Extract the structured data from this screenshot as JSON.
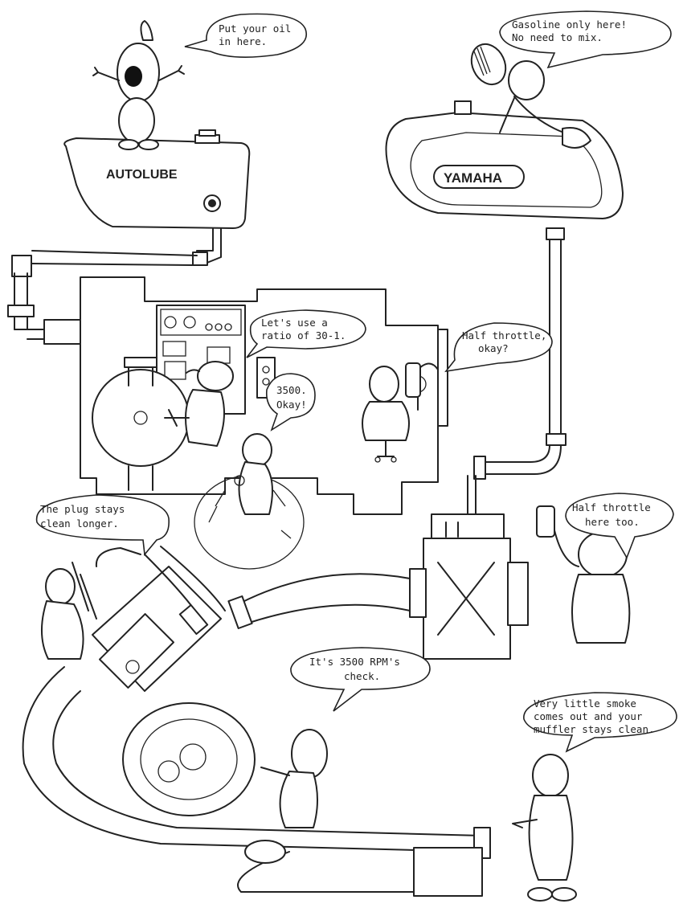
{
  "oil_tank": {
    "label": "AUTOLUBE"
  },
  "fuel_tank": {
    "label": "YAMAHA"
  },
  "bubbles": {
    "oil": [
      "Put your oil",
      "in here."
    ],
    "gasoline": [
      "Gasoline only here!",
      "No need to mix."
    ],
    "ratio": [
      "Let's use a",
      "ratio of 30-1."
    ],
    "half_throttle_top": [
      "Half throttle,",
      "okay?"
    ],
    "rpm_ok": [
      "3500.",
      "Okay!"
    ],
    "plug": [
      "The plug stays",
      "clean longer."
    ],
    "half_throttle_carb": [
      "Half throttle",
      "here too."
    ],
    "rpm_check": [
      "It's 3500 RPM's",
      "check."
    ],
    "smoke": [
      "Very little smoke",
      "comes out and your",
      "muffler stays clean."
    ]
  }
}
